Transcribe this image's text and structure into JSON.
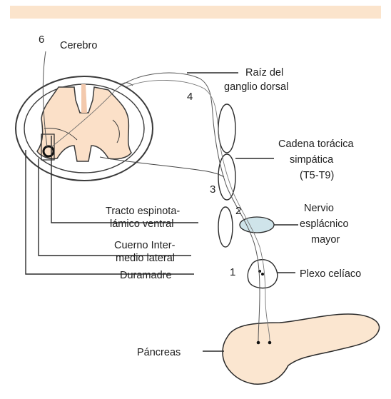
{
  "colors": {
    "top_band": "#fbe4cc",
    "spinal_cord": "#fbe0c8",
    "cord_outline": "#3a3a3a",
    "ganglion_fill": "#ffffff",
    "splanchnic_fill": "#cfe4ea",
    "pancreas_fill": "#fbe6d0",
    "line": "#2a2a2a"
  },
  "numbers": {
    "n1": "1",
    "n2": "2",
    "n3": "3",
    "n4": "4",
    "n6": "6"
  },
  "labels": {
    "cerebro": "Cerebro",
    "raiz": [
      "Raíz del",
      "ganglio dorsal"
    ],
    "cadena": [
      "Cadena torácica",
      "simpática",
      "(T5-T9)"
    ],
    "tracto": [
      "Tracto espinota-",
      "lámico ventral"
    ],
    "nervio": [
      "Nervio",
      "esplácnico",
      "mayor"
    ],
    "cuerno": [
      "Cuerno Inter-",
      "medio lateral"
    ],
    "duramadre": "Duramadre",
    "plexo": "Plexo celíaco",
    "pancreas": "Páncreas"
  }
}
